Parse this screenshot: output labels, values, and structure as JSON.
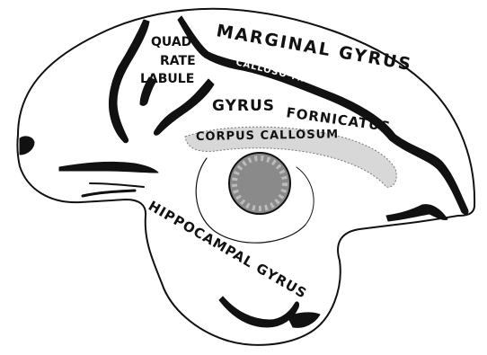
{
  "labels": {
    "marginal_gyrus": "MARGINAL GYRUS",
    "quadrate_line1": "QUAD-",
    "quadrate_line2": "RATE",
    "quadrate_line3": "LABULE",
    "gyrus": "GYRUS",
    "fornicatus": "FORNICATUS",
    "corpus_callosum": "CORPUS CALLOSUM",
    "calloso_marginal": "CALLOSO-MARGINAL FISSURE",
    "hippocampal_gyrus": "HIPPOCAMPAL GYRUS"
  },
  "colors": {
    "ink": "#111111",
    "paper": "#ffffff",
    "stipple": "#9a9a9a"
  }
}
